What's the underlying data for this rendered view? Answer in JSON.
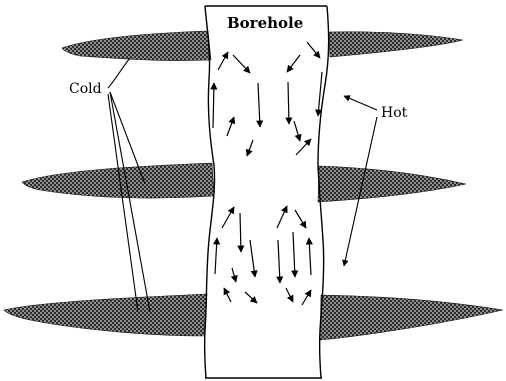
{
  "labels": {
    "borehole": "Borehole",
    "cold": "Cold",
    "hot": "Hot"
  },
  "colors": {
    "layer_fill": "#3a3a3a",
    "line": "#000000",
    "background": "#ffffff"
  }
}
